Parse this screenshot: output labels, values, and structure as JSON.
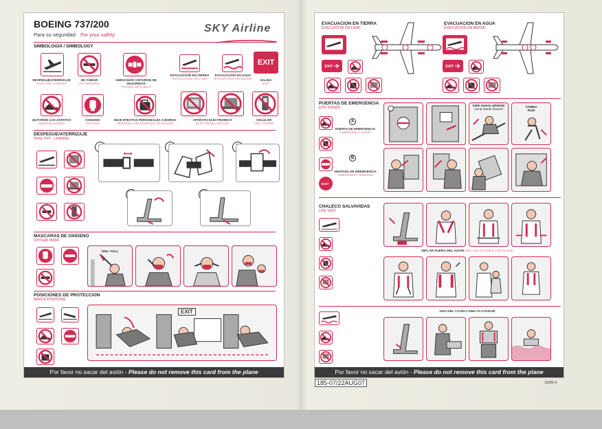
{
  "left": {
    "title": "BOEING 737/200",
    "subtitle_es": "Para su seguridad",
    "subtitle_en": "For your safety",
    "logo": "SKY Airline",
    "simbologia": {
      "title": "SIMBOLOGIA / SIMBOLOGY"
    },
    "row1": [
      {
        "es": "DESPEGUE/ATERRIZAJE",
        "en": "TAKE OFF LANDING"
      },
      {
        "es": "NO FUMAR",
        "en": "NO SMOKING"
      },
      {
        "es": "ABROCHAR CINTURON DE SEGURIDAD",
        "en": "FASTEN SEAT BELT"
      },
      {
        "es": "EVACUACION EN TIERRA",
        "en": "EVACUATION ON LAND"
      },
      {
        "es": "EVACUACION EN AGUA",
        "en": "EVACUATION ON WATER"
      },
      {
        "es": "SALIDA",
        "en": "EXIT"
      }
    ],
    "exit_icon": "EXIT",
    "row2": [
      {
        "es": "QUITARSE LOS ZAPATOS",
        "en": "REMOVE SHOES"
      },
      {
        "es": "OXIGENO",
        "en": "OXYGEN"
      },
      {
        "es": "DEJE EFECTOS PERSONALES A BORDO",
        "en": "PERSONAL BELONGINGS ON BOARD"
      },
      {
        "es": "APARATO ELECTRONICO",
        "en": "ELECTRONIC DEVICE"
      },
      {
        "es": "CELULAR",
        "en": "CELL PHONE"
      }
    ],
    "takeoff": {
      "title": "DESPEGUE/ATERRIZAJE",
      "sub": "TAKE OFF - LANDING"
    },
    "steps": [
      "1",
      "2",
      "3"
    ],
    "oxygen": {
      "title": "MASCARAS DE OXIGENO",
      "sub": "OXYGEN MASK",
      "pull": "TIRE / PULL"
    },
    "brace": {
      "title": "POSICIONES DE PROTECCION",
      "sub": "BRACE POSITIONS",
      "exit": "EXIT"
    },
    "footer_es": "Por favor no sacar del avión - ",
    "footer_en": "Please do not remove this card from the plane"
  },
  "right": {
    "land": {
      "title": "EVACUACION EN TIERRA",
      "sub": "EVACUATION ON LAND"
    },
    "water": {
      "title": "EVACUACION EN AGUA",
      "sub": "EVACUATION ON WATER"
    },
    "doors": {
      "title": "PUERTAS DE EMERGENCIA",
      "sub": "EXIT DOORS",
      "a_label": "A",
      "a_es": "PUERTA DE EMERGENCIA",
      "a_en": "EMERGENCY DOOR",
      "b_label": "B",
      "b_es": "VENTANA DE EMERGENCIA",
      "b_en": "EMERGENCY WINDOW",
      "jump_es": "Salte manos adelante",
      "jump_en": "Jump hands forward",
      "run_es": "CORRA",
      "run_en": "RUN"
    },
    "vest": {
      "title": "CHALECO SALVAVIDAS",
      "sub": "LIFE VEST",
      "inflate_es": "INFLAR FUERA DEL AVION",
      "inflate_en": "INFLATE OUTSIDE THE PLANE",
      "cushion": "USO DEL COJIN COMO FLOTADOR"
    },
    "footer_es": "Por favor no sacar del avión - ",
    "footer_en": "Please do not remove this card from the plane",
    "code": "185-07/22AUG07",
    "ref": "19300-4"
  },
  "colors": {
    "accent": "#d22a52",
    "pink_text": "#e06a8c",
    "footer_bg": "#3a3a3a"
  }
}
